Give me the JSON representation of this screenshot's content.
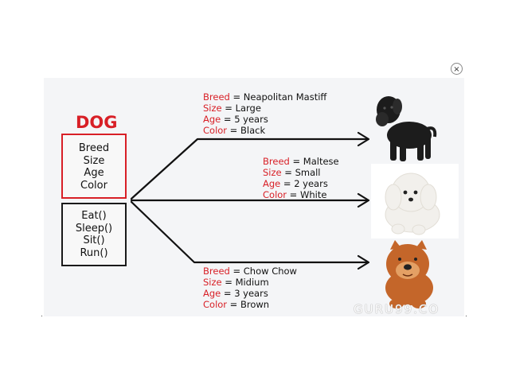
{
  "close_label": "×",
  "class": {
    "name": "DOG",
    "attributes": [
      "Breed",
      "Size",
      "Age",
      "Color"
    ],
    "methods": [
      "Eat()",
      "Sleep()",
      "Sit()",
      "Run()"
    ]
  },
  "objects": [
    {
      "breed_key": "Breed",
      "breed": "Neapolitan Mastiff",
      "size_key": "Size",
      "size": "Large",
      "age_key": "Age",
      "age": "5 years",
      "color_key": "Color",
      "color": "Black",
      "image": "black-mastiff-puppy"
    },
    {
      "breed_key": "Breed",
      "breed": "Maltese",
      "size_key": "Size",
      "size": "Small",
      "age_key": "Age",
      "age": "2 years",
      "color_key": "Color",
      "color": "White",
      "image": "white-maltese-puppy"
    },
    {
      "breed_key": "Breed",
      "breed": "Chow Chow",
      "size_key": "Size",
      "size": "Midium",
      "age_key": "Age",
      "age": "3 years",
      "color_key": "Color",
      "color": "Brown",
      "image": "brown-chow-puppy"
    }
  ],
  "watermark": "GURU99.CO",
  "colors": {
    "accent": "#d81f26",
    "text": "#111111",
    "panel": "#f4f5f7"
  }
}
